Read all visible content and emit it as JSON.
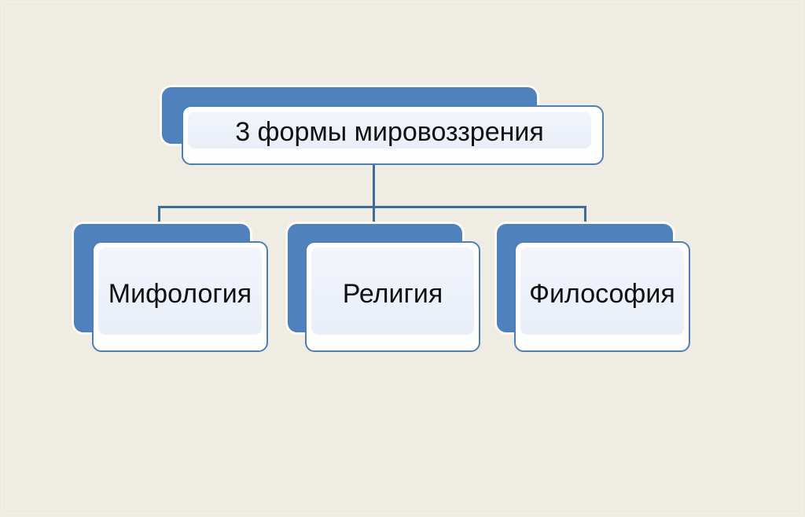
{
  "diagram": {
    "type": "hierarchy",
    "title_node": {
      "id": "root",
      "label": "3 формы мировоззрения"
    },
    "children": [
      {
        "id": "child-1",
        "label": "Мифология"
      },
      {
        "id": "child-2",
        "label": "Религия"
      },
      {
        "id": "child-3",
        "label": "Философия"
      }
    ],
    "language": "ru",
    "colors": {
      "background": "#EFEDE3",
      "accent_blue": "#4F81BD",
      "border_blue": "#4F7EB3",
      "connector_blue": "#3E6D9C",
      "card_fill": "#FEFEFE",
      "inner_fill": "#EDF1F9",
      "text": "#111111"
    }
  }
}
